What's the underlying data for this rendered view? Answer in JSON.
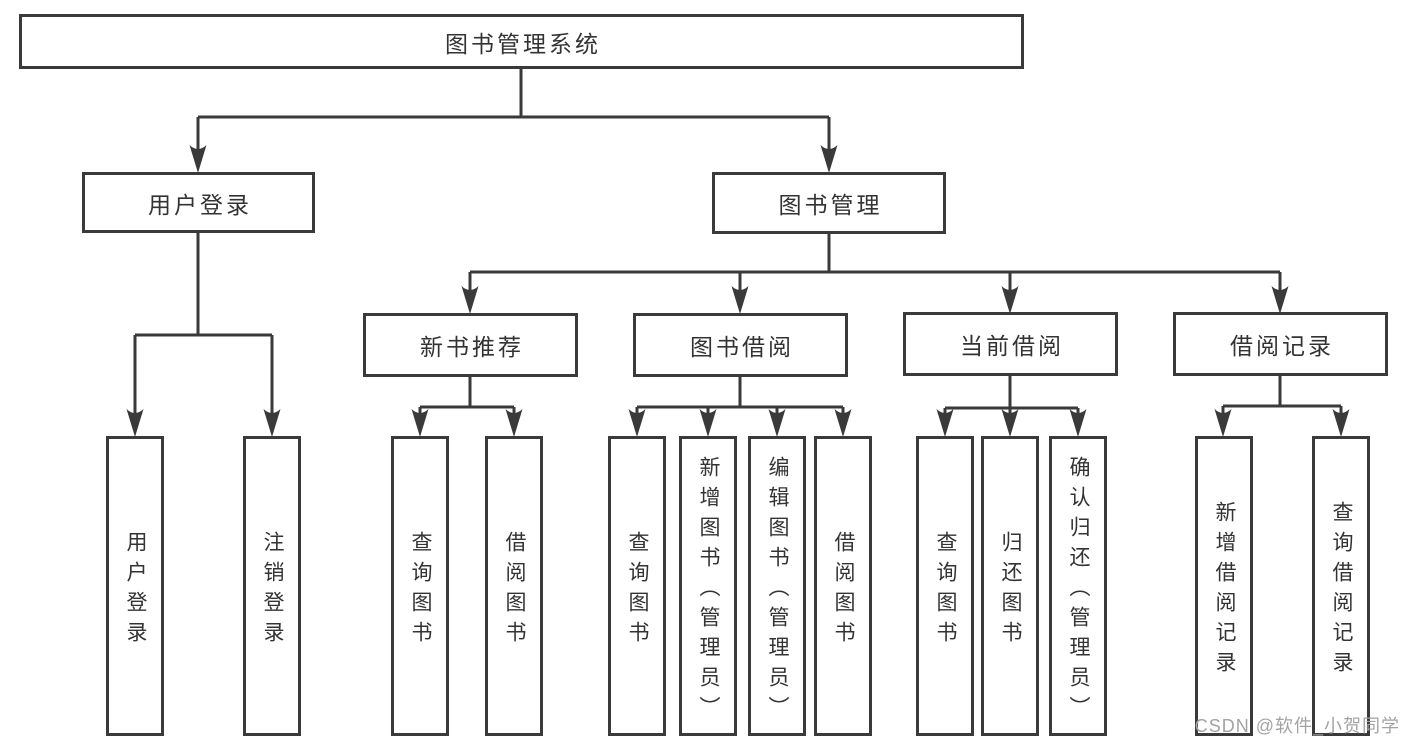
{
  "diagram_type": "tree",
  "root": {
    "label": "图书管理系统"
  },
  "branches": [
    {
      "label": "用户登录",
      "children": [
        {
          "label": "用户登录"
        },
        {
          "label": "注销登录"
        }
      ]
    },
    {
      "label": "图书管理",
      "children": [
        {
          "label": "新书推荐",
          "children": [
            {
              "label": "查询图书"
            },
            {
              "label": "借阅图书"
            }
          ]
        },
        {
          "label": "图书借阅",
          "children": [
            {
              "label": "查询图书"
            },
            {
              "label": "新增图书（管理员）"
            },
            {
              "label": "编辑图书（管理员）"
            },
            {
              "label": "借阅图书"
            }
          ]
        },
        {
          "label": "当前借阅",
          "children": [
            {
              "label": "查询图书"
            },
            {
              "label": "归还图书"
            },
            {
              "label": "确认归还（管理员）"
            }
          ]
        },
        {
          "label": "借阅记录",
          "children": [
            {
              "label": "新增借阅记录"
            },
            {
              "label": "查询借阅记录"
            }
          ]
        }
      ]
    }
  ],
  "watermark": "CSDN @软件_小贺同学",
  "colors": {
    "line": "#3a3a3a",
    "text": "#333333",
    "watermark": "#a3a3a3",
    "background": "#ffffff"
  }
}
